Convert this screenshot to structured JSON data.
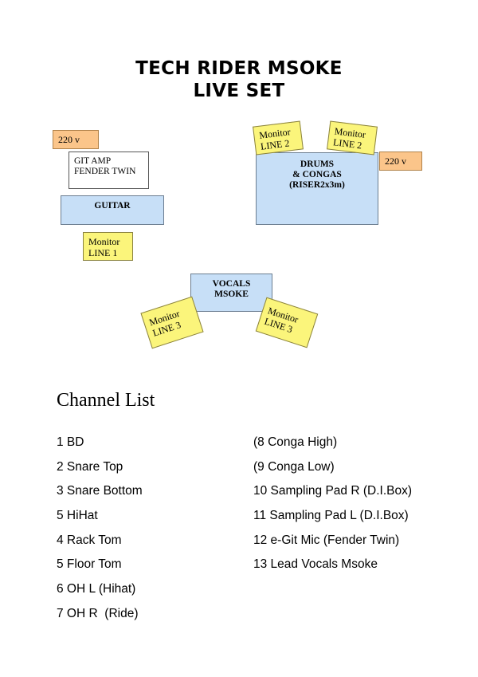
{
  "title": {
    "line1": "TECH RIDER MSOKE",
    "line2": "LIVE SET"
  },
  "stage": {
    "power_left": "220 v",
    "power_right": "220 v",
    "amp": [
      "GIT AMP",
      "FENDER TWIN"
    ],
    "guitar": "GUITAR",
    "drums": [
      "DRUMS",
      "& CONGAS",
      "(RISER2x3m)"
    ],
    "vocals": [
      "VOCALS",
      "MSOKE"
    ],
    "monitor_line1": [
      "Monitor",
      "LINE 1"
    ],
    "monitor_drums_left": [
      "Monitor",
      "LINE 2"
    ],
    "monitor_drums_right": [
      "Monitor",
      "LINE 2"
    ],
    "monitor_vocals_left": [
      "Monitor",
      "LINE 3"
    ],
    "monitor_vocals_right": [
      "Monitor",
      "LINE 3"
    ],
    "colors": {
      "power": "#fbc58a",
      "instrument": "#c7dff7",
      "monitor": "#fbf57b"
    }
  },
  "channel_list": {
    "heading": "Channel List",
    "left": [
      "1 BD",
      "2 Snare Top",
      "3 Snare Bottom",
      "5 HiHat",
      "4 Rack Tom",
      "5 Floor Tom",
      "6 OH L (Hihat)",
      "7 OH R  (Ride)"
    ],
    "right": [
      "(8 Conga High)",
      "(9 Conga Low)",
      "10 Sampling Pad R (D.I.Box)",
      "11 Sampling Pad L (D.I.Box)",
      "12 e-Git Mic (Fender Twin)",
      "13 Lead Vocals Msoke"
    ]
  }
}
